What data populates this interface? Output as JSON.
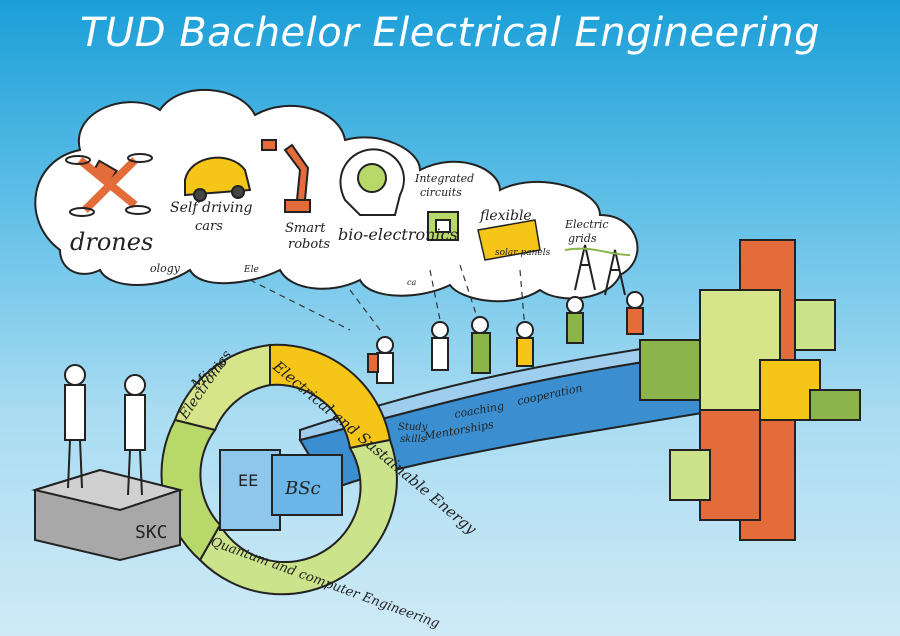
{
  "title": "TUD Bachelor Electrical Engineering",
  "clouds": {
    "drones": "drones",
    "self_driving_1": "Self driving",
    "self_driving_2": "cars",
    "smart_1": "Smart",
    "smart_2": "robots",
    "bio": "bio-electronics",
    "integrated_1": "Integrated",
    "integrated_2": "circuits",
    "flexible_1": "flexible",
    "flexible_2": "solar panels",
    "electric_1": "Electric",
    "electric_2": "grids",
    "partial_1": "ology",
    "partial_2": "Ele",
    "partial_3": "ca"
  },
  "ring": {
    "micro_1": "Micro-",
    "micro_2": "Electronics",
    "electrical": "Electrical and Sustainable Energy",
    "quantum": "Quantum and computer Engineering"
  },
  "blocks": {
    "skc": "SKC",
    "ee": "EE",
    "bsc": "BSc"
  },
  "road": {
    "study_1": "Study",
    "study_2": "skills",
    "mentorships": "Mentorships",
    "coaching": "coaching",
    "cooperation": "cooperation"
  },
  "colors": {
    "yellow": "#f5c518",
    "green": "#d6e48a",
    "lightgreen": "#cbe38a",
    "blue": "#4aa8e0",
    "orange": "#e46b3a"
  }
}
